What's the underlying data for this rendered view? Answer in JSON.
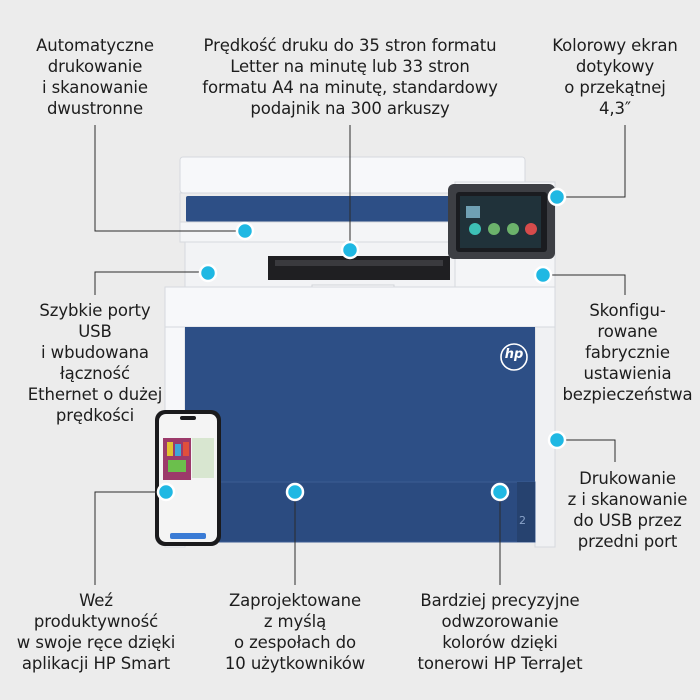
{
  "callouts": {
    "auto_duplex": "Automatyczne\ndrukowanie\ni skanowanie\ndwustronne",
    "print_speed": "Prędkość druku do 35 stron formatu\nLetter na minutę lub 33 stron\nformatu A4 na minutę, standardowy\npodajnik na 300 arkuszy",
    "touchscreen": "Kolorowy ekran\ndotykowy\no przekątnej\n4,3″",
    "usb_ethernet": "Szybkie porty\nUSB\ni wbudowana\nłączność\nEthernet o dużej\nprędkości",
    "security": "Skonfigu-\nrowane\nfabrycznie\nustawienia\nbezpieczeństwa",
    "usb_front": "Drukowanie\nz i skanowanie\ndo USB przez\nprzedni port",
    "hp_smart": "Weź\nproduktywność\nw swoje ręce dzięki\naplikacji HP Smart",
    "team_design": "Zaprojektowane\nz myślą\no zespołach do\n10 użytkowników",
    "color_accuracy": "Bardziej precyzyjne\nodwzorowanie\nkolorów dzięki\ntonerowi HP TerraJet"
  },
  "printer": {
    "logo": "hp",
    "tray_number": "2"
  },
  "colors": {
    "accent_dot": "#1fb8e3",
    "printer_blue": "#2d4f86",
    "printer_white": "#f7f8fa",
    "background": "#ececec"
  }
}
